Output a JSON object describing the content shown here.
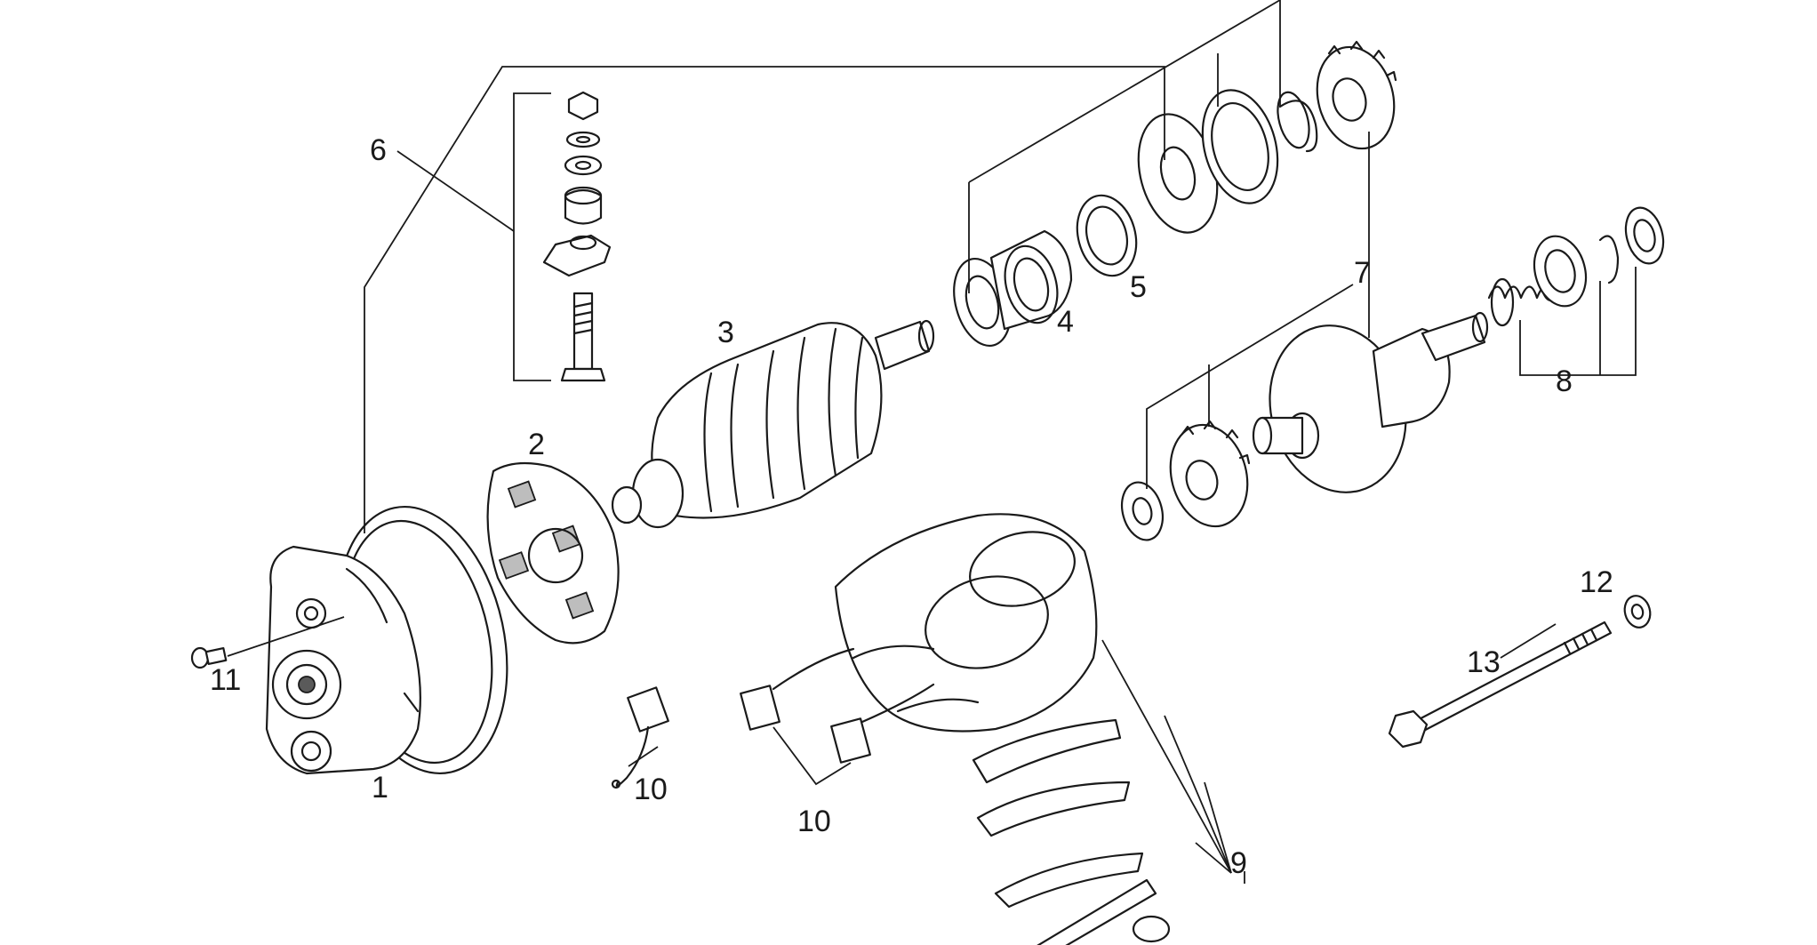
{
  "diagram": {
    "callouts": {
      "c1": "1",
      "c2": "2",
      "c3": "3",
      "c4": "4",
      "c5": "5",
      "c6": "6",
      "c7": "7",
      "c8": "8",
      "c9": "9",
      "c10a": "10",
      "c10b": "10",
      "c11": "11",
      "c12": "12",
      "c13": "13"
    },
    "colors": {
      "line": "#1a1a1a",
      "background": "#ffffff",
      "shade": "#bdbdbd"
    }
  }
}
